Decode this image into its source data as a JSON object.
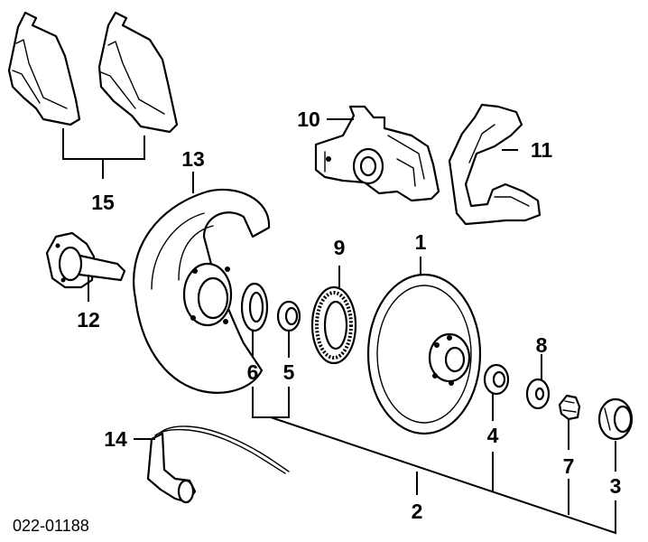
{
  "diagram": {
    "drawing_number": "022-01188",
    "callouts": [
      {
        "id": "1",
        "label": "1"
      },
      {
        "id": "2",
        "label": "2"
      },
      {
        "id": "3",
        "label": "3"
      },
      {
        "id": "4",
        "label": "4"
      },
      {
        "id": "5",
        "label": "5"
      },
      {
        "id": "6",
        "label": "6"
      },
      {
        "id": "7",
        "label": "7"
      },
      {
        "id": "8",
        "label": "8"
      },
      {
        "id": "9",
        "label": "9"
      },
      {
        "id": "10",
        "label": "10"
      },
      {
        "id": "11",
        "label": "11"
      },
      {
        "id": "12",
        "label": "12"
      },
      {
        "id": "13",
        "label": "13"
      },
      {
        "id": "14",
        "label": "14"
      },
      {
        "id": "15",
        "label": "15"
      }
    ]
  },
  "colors": {
    "line": "#000000",
    "background": "#ffffff"
  }
}
